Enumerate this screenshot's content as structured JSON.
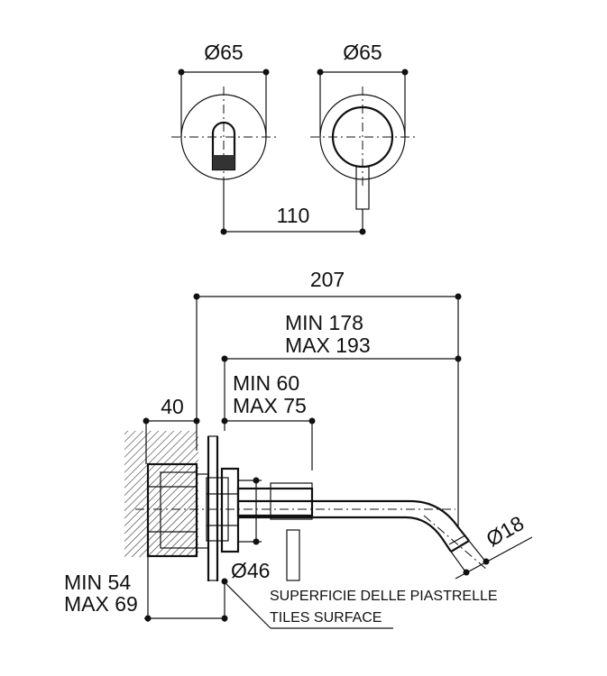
{
  "top_view": {
    "left_diameter": "Ø65",
    "right_diameter": "Ø65",
    "spacing": "110"
  },
  "side_view": {
    "overall_length": "207",
    "spout_length_min": "MIN 178",
    "spout_length_max": "MAX 193",
    "handle_offset_min": "MIN 60",
    "handle_offset_max": "MAX 75",
    "body_depth": "40",
    "plate_diameter": "Ø46",
    "spout_diameter": "Ø18",
    "embed_depth_min": "MIN 54",
    "embed_depth_max": "MAX 69"
  },
  "notes": {
    "surface_it": "SUPERFICIE DELLE PIASTRELLE",
    "surface_en": "TILES SURFACE"
  }
}
